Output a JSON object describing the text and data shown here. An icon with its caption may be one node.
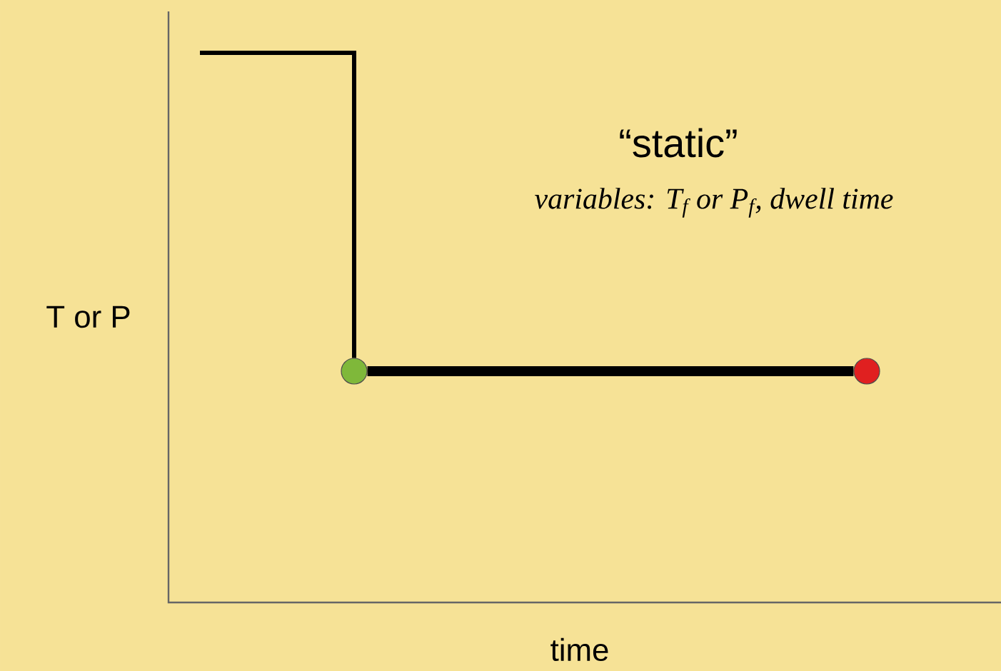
{
  "diagram": {
    "nodes": [
      {
        "text": [],
        "shape": "circle"
      },
      {
        "text": [],
        "shape": "circle"
      }
    ],
    "edges": [
      {
        "from": null,
        "to": 0,
        "arrow": "none"
      },
      {
        "from": 0,
        "to": 1,
        "arrow": "none",
        "style": "thick"
      }
    ],
    "labels": [
      "“static”",
      "variables: T$_{f}$ or P$_{f}$, dwell time",
      "T or P",
      "time"
    ]
  }
}
